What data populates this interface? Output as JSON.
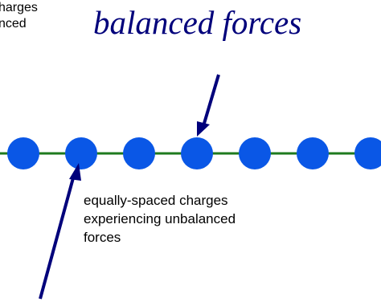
{
  "fragment_label": {
    "lines": [
      "harges",
      "nced"
    ]
  },
  "title": "balanced forces",
  "charges_label": {
    "lines": [
      "equally-spaced charges",
      "experiencing unbalanced",
      "forces"
    ]
  },
  "chain": {
    "charge_count": 7,
    "charge_color": "#0a57e6",
    "link_color": "#1e7a1e"
  },
  "colors": {
    "arrow": "#00007b",
    "title": "#00007b"
  }
}
